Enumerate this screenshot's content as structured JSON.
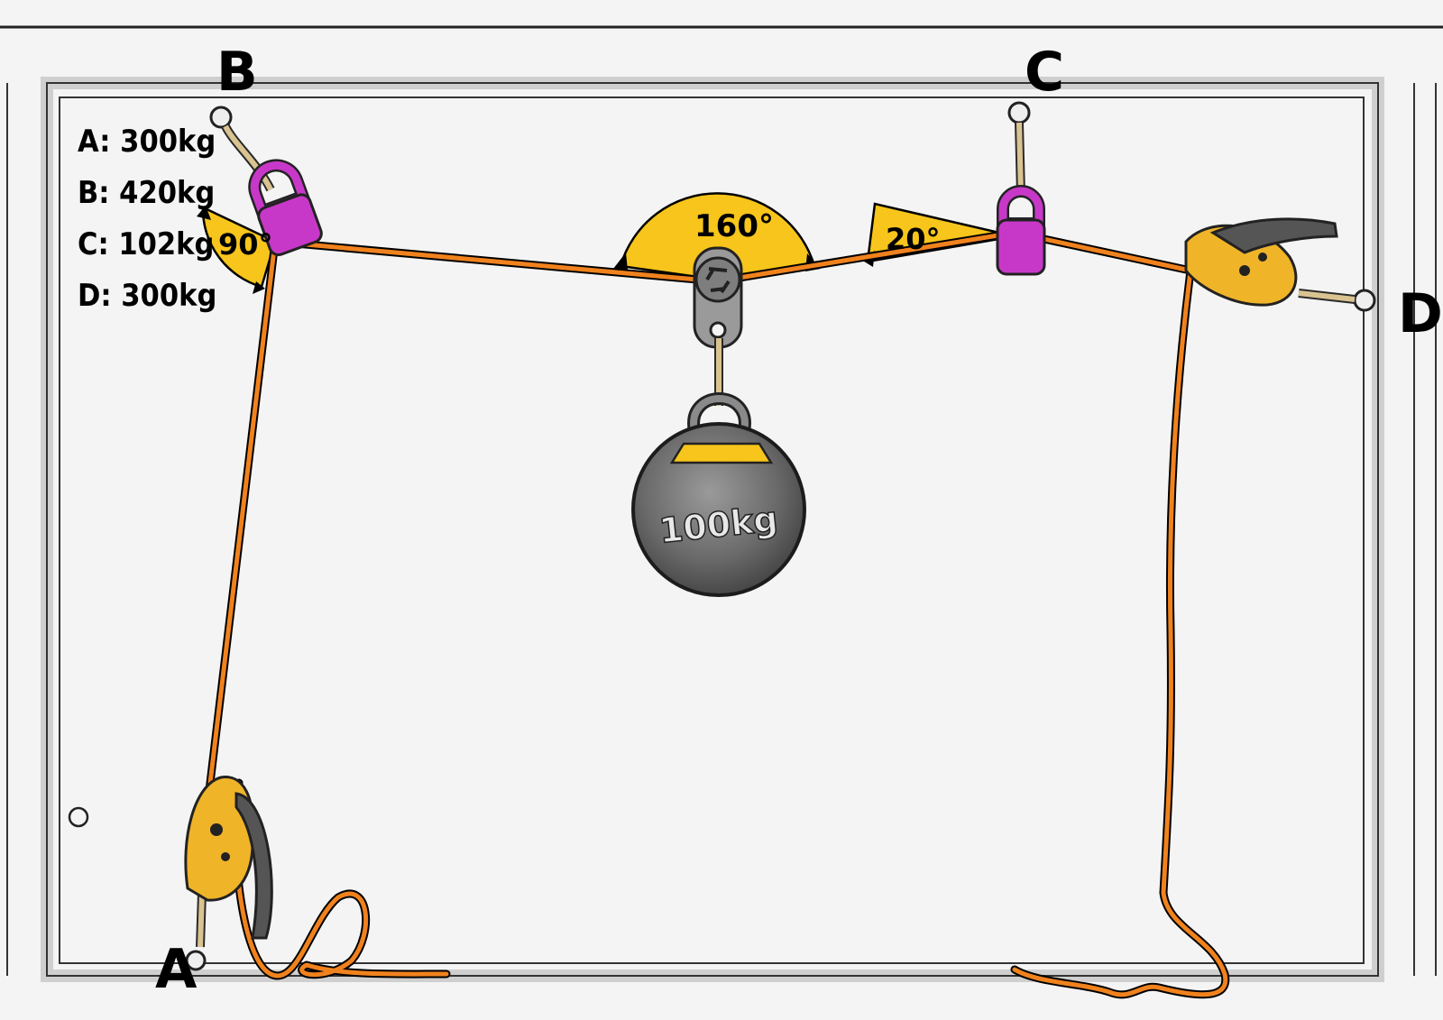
{
  "anchors": {
    "a": "A",
    "b": "B",
    "c": "C",
    "d": "D"
  },
  "legend": [
    "A: 300kg",
    "B: 420kg",
    "C: 102kg",
    "D: 300kg"
  ],
  "angles": {
    "b": "90°",
    "pulley": "160°",
    "c": "20°"
  },
  "weight": {
    "label": "100kg"
  },
  "colors": {
    "rope": "#f0821e",
    "angle_fill": "#f7c51b",
    "carabiner": "#c838c8",
    "pulley": "#8a8a8a",
    "weight": "#6b6b6b",
    "device": "#f0b429",
    "frame": "#dcdcdc"
  }
}
